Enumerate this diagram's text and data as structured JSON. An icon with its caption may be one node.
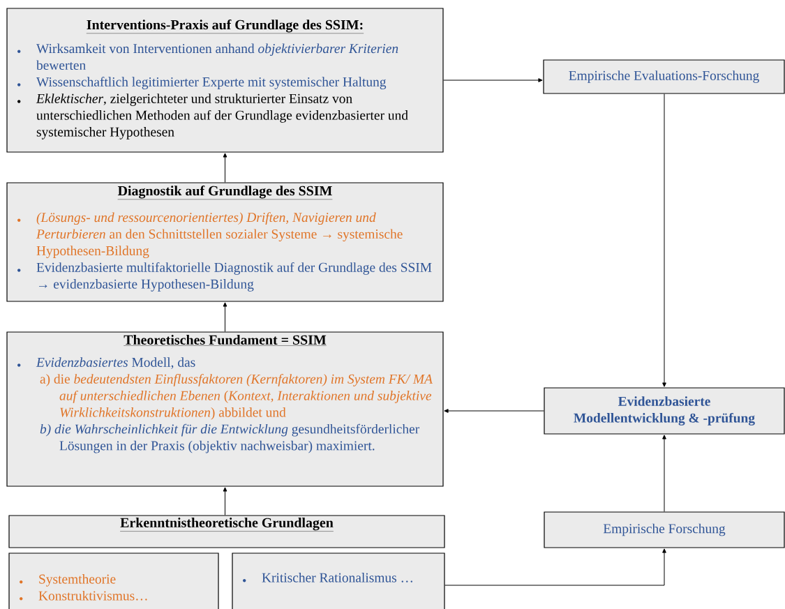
{
  "diagram": {
    "nodes": [
      {
        "text": [
          "Interventions-Praxis auf Grundlage des SSIM:",
          "Wirksamkeit von Interventionen anhand *objektivierbarer Kriterien* bewerten",
          "Wissenschaftlich legitimierter Experte mit systemischer Haltung",
          "*Eklektischer*, zielgerichteter und strukturierter Einsatz von unterschiedlichen Methoden auf der Grundlage evidenzbasierter und systemischer Hypothesen"
        ]
      },
      {
        "text": [
          "Empirische Evaluations-Forschung"
        ]
      },
      {
        "text": [
          "Diagnostik auf Grundlage des SSIM",
          "*(Lösungs- und ressourcenorientiertes) Driften, Navigieren und Perturbieren* an den Schnittstellen sozialer Systeme → systemische Hypothesen-Bildung",
          "Evidenzbasierte multifaktorielle Diagnostik auf der Grundlage des SSIM → evidenzbasierte Hypothesen-Bildung"
        ]
      },
      {
        "text": [
          "Theoretisches Fundament = SSIM",
          "*Evidenzbasiertes* Modell, das",
          "a) die *bedeutendsten Einflussfaktoren (Kernfaktoren) im System FK/ MA auf unterschiedlichen Ebenen* (*Kontext, Interaktionen und subjektive Wirklichkeitskonstruktionen*) abbildet und",
          "*b) die Wahrscheinlichkeit für die Entwicklung* gesundheitsförderlicher Lösungen in der Praxis (objektiv nachweisbar) maximiert."
        ]
      },
      {
        "text": [
          "Evidenzbasierte Modellentwicklung & -prüfung"
        ]
      },
      {
        "text": [
          "Erkenntnistheoretische Grundlagen"
        ]
      },
      {
        "text": [
          "Empirische Forschung"
        ]
      },
      {
        "text": [
          "Systemtheorie",
          "Konstruktivismus…"
        ]
      },
      {
        "text": [
          "Kritischer Rationalismus …"
        ]
      }
    ],
    "edges": [
      {
        "from": 0,
        "to": 1,
        "arrow": "to"
      },
      {
        "from": 1,
        "to": 4,
        "arrow": "to"
      },
      {
        "from": 2,
        "to": 0,
        "arrow": "to"
      },
      {
        "from": 3,
        "to": 2,
        "arrow": "to"
      },
      {
        "from": 4,
        "to": 3,
        "arrow": "to"
      },
      {
        "from": 5,
        "to": 3,
        "arrow": "to"
      },
      {
        "from": 6,
        "to": 4,
        "arrow": "to"
      },
      {
        "from": 8,
        "to": 6,
        "arrow": "to"
      }
    ]
  }
}
